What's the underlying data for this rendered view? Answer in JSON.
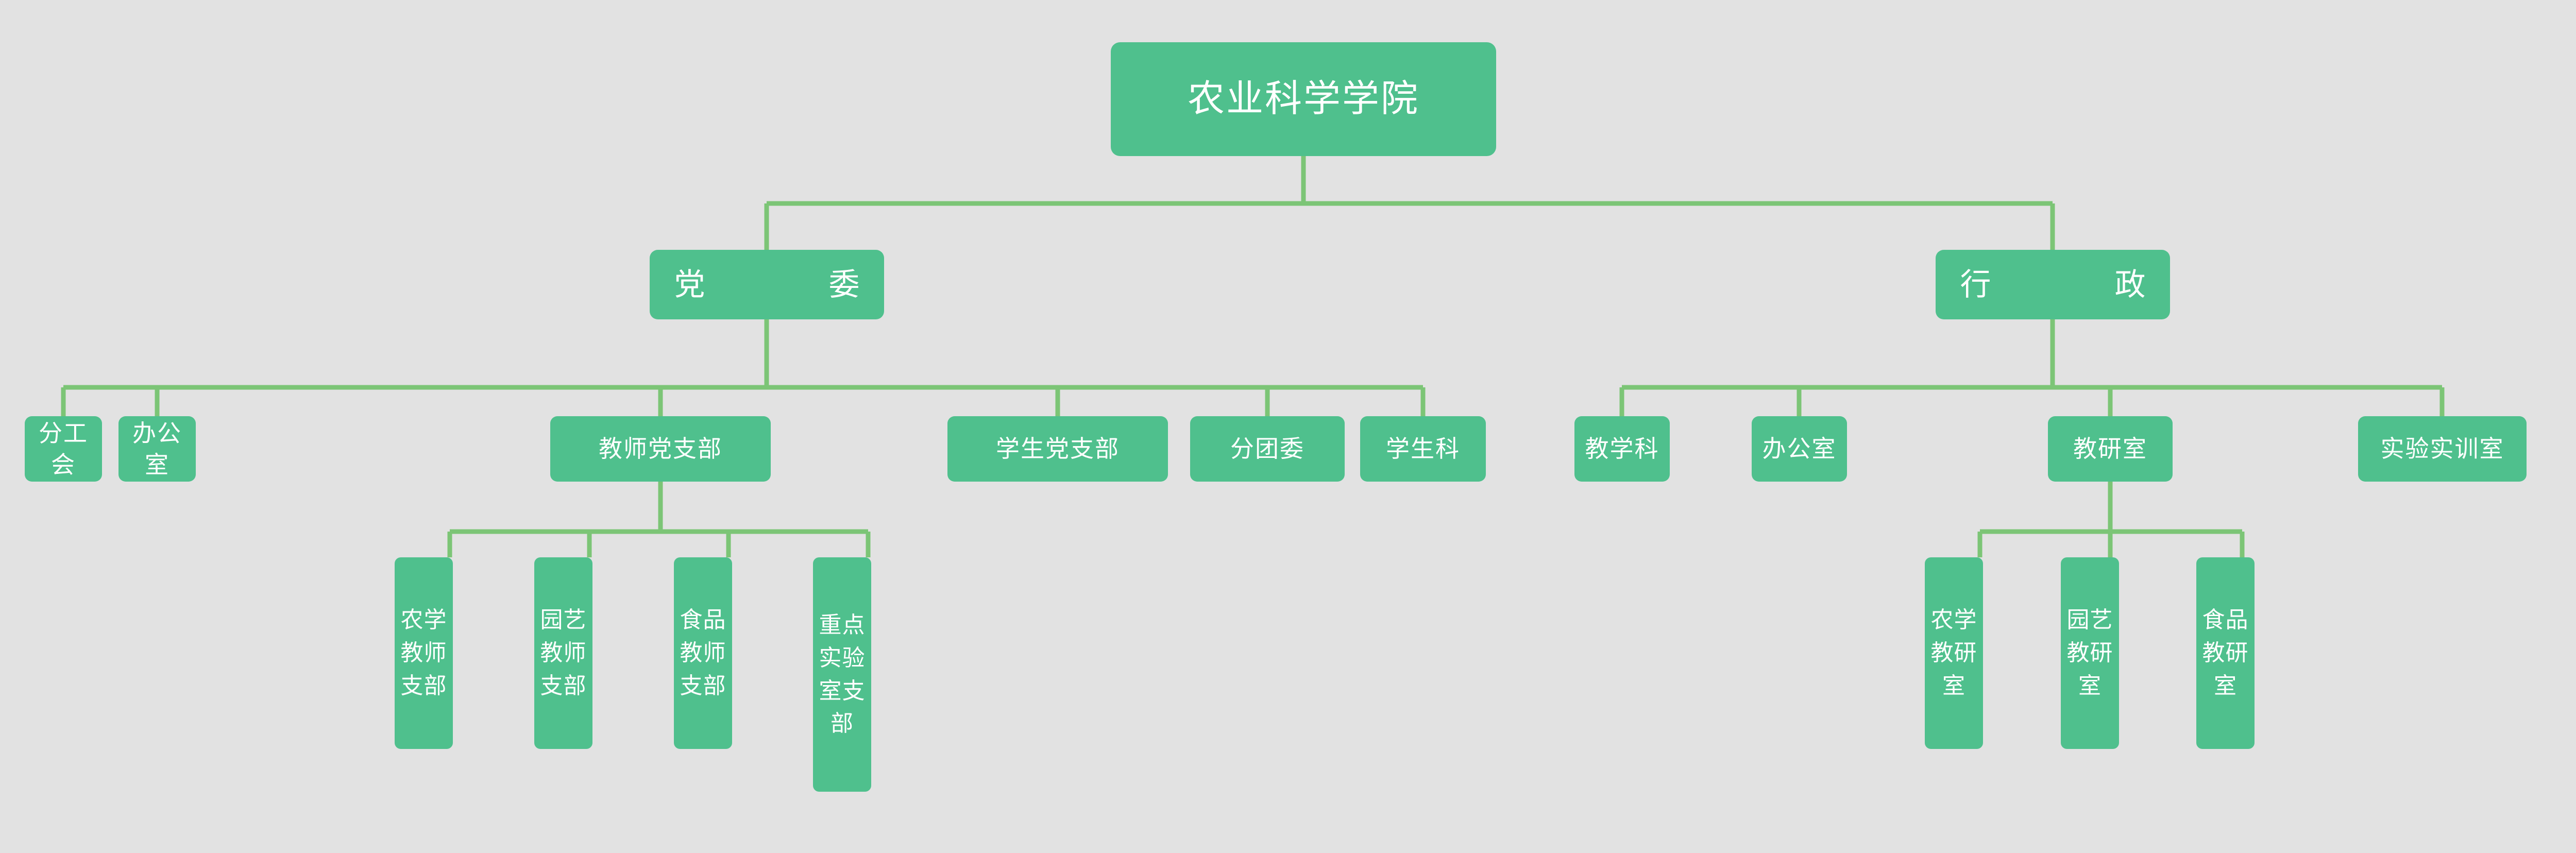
{
  "theme": {
    "background": "#e2e2e2",
    "node_fill": "#4fc08d",
    "node_text": "#ffffff",
    "connector": "#7cc576"
  },
  "chart_data": {
    "type": "org-chart",
    "title": "农业科学学院",
    "orientation": "top-down",
    "levels": 4
  },
  "nodes": {
    "root": {
      "label": "农业科学学院"
    },
    "branches": [
      {
        "label": "党　　委"
      },
      {
        "label": "行　　政"
      }
    ],
    "party_departments": [
      {
        "label": "分工会"
      },
      {
        "label": "办公室"
      },
      {
        "label": "教师党支部"
      },
      {
        "label": "学生党支部"
      },
      {
        "label": "分团委"
      },
      {
        "label": "学生科"
      }
    ],
    "admin_departments": [
      {
        "label": "教学科"
      },
      {
        "label": "办公室"
      },
      {
        "label": "教研室"
      },
      {
        "label": "实验实训室"
      }
    ],
    "teacher_branches": [
      {
        "label": "农学教师支部"
      },
      {
        "label": "园艺教师支部"
      },
      {
        "label": "食品教师支部"
      },
      {
        "label": "重点实验室支部"
      }
    ],
    "research_offices": [
      {
        "label": "农学教研室"
      },
      {
        "label": "园艺教研室"
      },
      {
        "label": "食品教研室"
      }
    ]
  }
}
